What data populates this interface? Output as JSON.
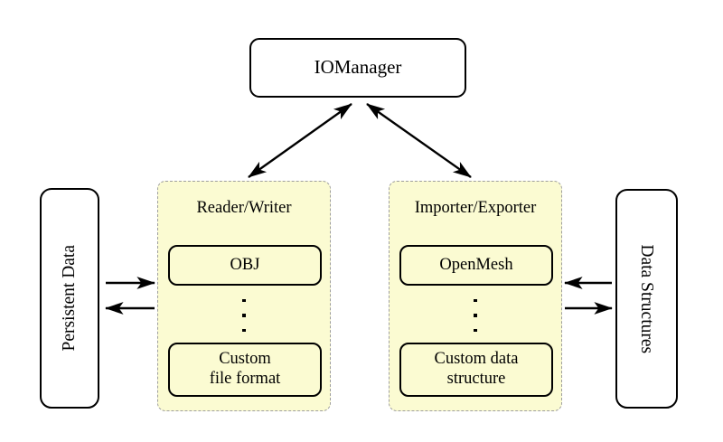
{
  "diagram": {
    "title_node": {
      "label": "IOManager"
    },
    "panels": [
      {
        "name": "reader-writer",
        "title": "Reader/Writer",
        "top_item": "OBJ",
        "ellipsis": "⋮",
        "bottom_item_line1": "Custom",
        "bottom_item_line2": "file format"
      },
      {
        "name": "importer-exporter",
        "title": "Importer/Exporter",
        "top_item": "OpenMesh",
        "ellipsis": "⋮",
        "bottom_item_line1": "Custom data",
        "bottom_item_line2": "structure"
      }
    ],
    "side_boxes": {
      "left": {
        "label": "Persistent Data",
        "orientation": "vertical-bottom-to-top"
      },
      "right": {
        "label": "Data Structures",
        "orientation": "vertical-top-to-bottom"
      }
    },
    "connections": [
      {
        "name": "iomanager-to-reader-writer",
        "kind": "double-headed-arrow",
        "from": "IOManager",
        "to": "Reader/Writer"
      },
      {
        "name": "iomanager-to-importer-exporter",
        "kind": "double-headed-arrow",
        "from": "IOManager",
        "to": "Importer/Exporter"
      },
      {
        "name": "persistent-data-to-reader-writer",
        "kind": "arrow",
        "from": "Persistent Data",
        "to": "Reader/Writer"
      },
      {
        "name": "reader-writer-to-persistent-data",
        "kind": "arrow",
        "from": "Reader/Writer",
        "to": "Persistent Data"
      },
      {
        "name": "data-structures-to-importer-exporter",
        "kind": "arrow",
        "from": "Data Structures",
        "to": "Importer/Exporter"
      },
      {
        "name": "importer-exporter-to-data-structures",
        "kind": "arrow",
        "from": "Importer/Exporter",
        "to": "Data Structures"
      }
    ],
    "colors": {
      "panel_fill": "#fbfbd2",
      "panel_border": "#9e9e9e",
      "node_border": "#000000",
      "node_fill": "#ffffff",
      "background": "#ffffff"
    }
  }
}
